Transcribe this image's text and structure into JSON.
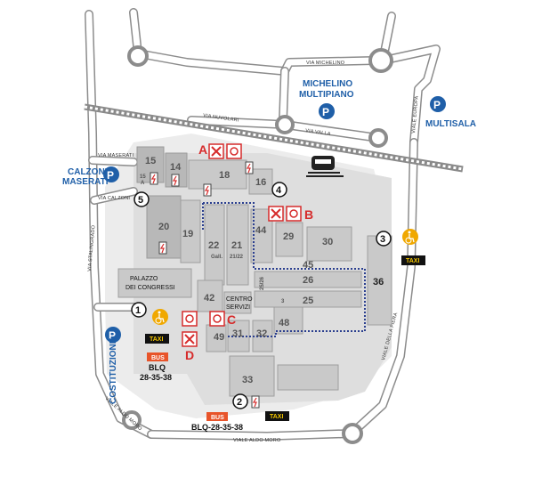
{
  "streets": {
    "michelino": "VIA MICHELINO",
    "nuvolari": "VIA NUVOLARI",
    "valla": "VIA VALLA",
    "europa": "VIALE EUROPA",
    "maserati": "VIA MASERATI",
    "calzoni": "VIA CALZONI",
    "stalingrado": "VIA STALINGRADO",
    "aldo_moro_diag": "VIALE ALDO MORO",
    "aldo_moro_bottom": "VIALE ALDO MORO",
    "della_fiera": "VIALE DELLA FIERA"
  },
  "pois": {
    "michelino_parking": "MICHELINO",
    "michelino_parking_2": "MULTIPIANO",
    "multisala": "MULTISALA",
    "calzoni": "CALZONI",
    "calzoni_2": "MASERATI",
    "costituzione": "COSTITUZIONE",
    "palazzo": "PALAZZO",
    "palazzo_2": "DEI CONGRESSI",
    "centro": "CENTRO",
    "centro_2": "SERVIZI"
  },
  "halls": {
    "h14": "14",
    "h15": "15",
    "h15a": "15",
    "h15a_2": "A",
    "h16": "16",
    "h18": "18",
    "h19": "19",
    "h20": "20",
    "h21": "21",
    "h22": "22",
    "h2122": "21/22",
    "gall": "Gall.",
    "h25": "25",
    "h26": "26",
    "h2526": "25/26",
    "h3": "3",
    "h29": "29",
    "h30": "30",
    "h31": "31",
    "h32": "32",
    "h33": "33",
    "h36": "36",
    "h42": "42",
    "h44": "44",
    "h45": "45",
    "h48": "48",
    "h49": "49"
  },
  "restaurants": {
    "a": "A",
    "b": "B",
    "c": "C",
    "d": "D"
  },
  "entrances": {
    "e1": "1",
    "e2": "2",
    "e3": "3",
    "e4": "4",
    "e5": "5"
  },
  "transport": {
    "taxi": "TAXI",
    "bus": "BUS",
    "bus_lines_left": "BLQ",
    "bus_lines_left_2": "28-35-38",
    "bus_lines_bottom": "BLQ-28-35-38"
  },
  "icons": {
    "parking": "parking-icon",
    "wheelchair": "wheelchair-icon",
    "restaurant": "restaurant-icon",
    "bar": "bar-icon",
    "charging": "ev-charging-icon",
    "train": "train-icon"
  },
  "colors": {
    "parking": "#1f5fa8",
    "restaurant": "#d62b2b",
    "wheelchair": "#f0a800",
    "taxi_bg": "#111111",
    "taxi_text": "#f2c500",
    "bus_bg": "#e8542a",
    "route": "#2b3f8f",
    "building": "#c9c9c9",
    "road": "#8c8c8c",
    "railway": "#8a8a8a"
  }
}
